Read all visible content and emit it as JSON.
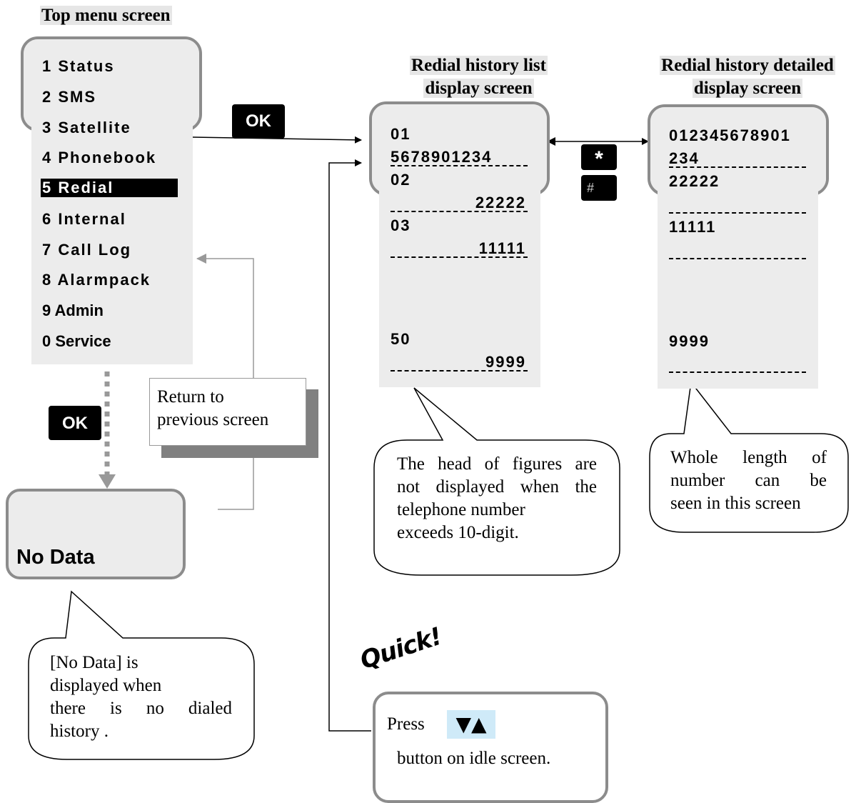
{
  "headings": {
    "top_menu": "Top menu screen",
    "redial_list": [
      "Redial history list",
      "display screen"
    ],
    "redial_detail": [
      "Redial history detailed",
      "display screen"
    ]
  },
  "menu": {
    "items": [
      {
        "label": "1 Status"
      },
      {
        "label": "2 SMS"
      },
      {
        "label": "3 Satellite"
      },
      {
        "label": "4 Phonebook"
      },
      {
        "label": "5 Redial",
        "selected": true
      },
      {
        "label": "6 Internal"
      },
      {
        "label": "7 Call Log"
      },
      {
        "label": "8 Alarmpack"
      },
      {
        "label": "9 Admin"
      },
      {
        "label": "0 Service"
      }
    ]
  },
  "keys": {
    "ok_top": "OK",
    "ok_bottom": "OK",
    "star": "*",
    "hash": "#"
  },
  "return_box": {
    "lines": [
      "Return to",
      "previous screen"
    ]
  },
  "no_data_screen": {
    "text": "No Data"
  },
  "redial_list": {
    "entries": [
      {
        "index": "01",
        "number": "5678901234"
      },
      {
        "index": "02",
        "number": "22222"
      },
      {
        "index": "03",
        "number": "11111"
      },
      {
        "index": "50",
        "number": "9999"
      }
    ]
  },
  "redial_detail": {
    "entries": [
      {
        "line1": "012345678901",
        "line2": "234"
      },
      {
        "line1": "22222"
      },
      {
        "line1": "11111"
      },
      {
        "line1": "9999"
      }
    ]
  },
  "callouts": {
    "list_note": [
      "The head of figures are",
      "not displayed when the",
      "telephone number",
      "exceeds 10-digit."
    ],
    "detail_note": [
      "Whole length of",
      "number can be",
      "seen in this screen"
    ],
    "no_data_note": [
      "[No Data] is",
      "displayed when",
      "there is no dialed",
      "history ."
    ],
    "quick_label": "Quick!",
    "quick_press": "Press",
    "quick_arrows": "▼▲",
    "quick_note": "button on idle screen."
  }
}
